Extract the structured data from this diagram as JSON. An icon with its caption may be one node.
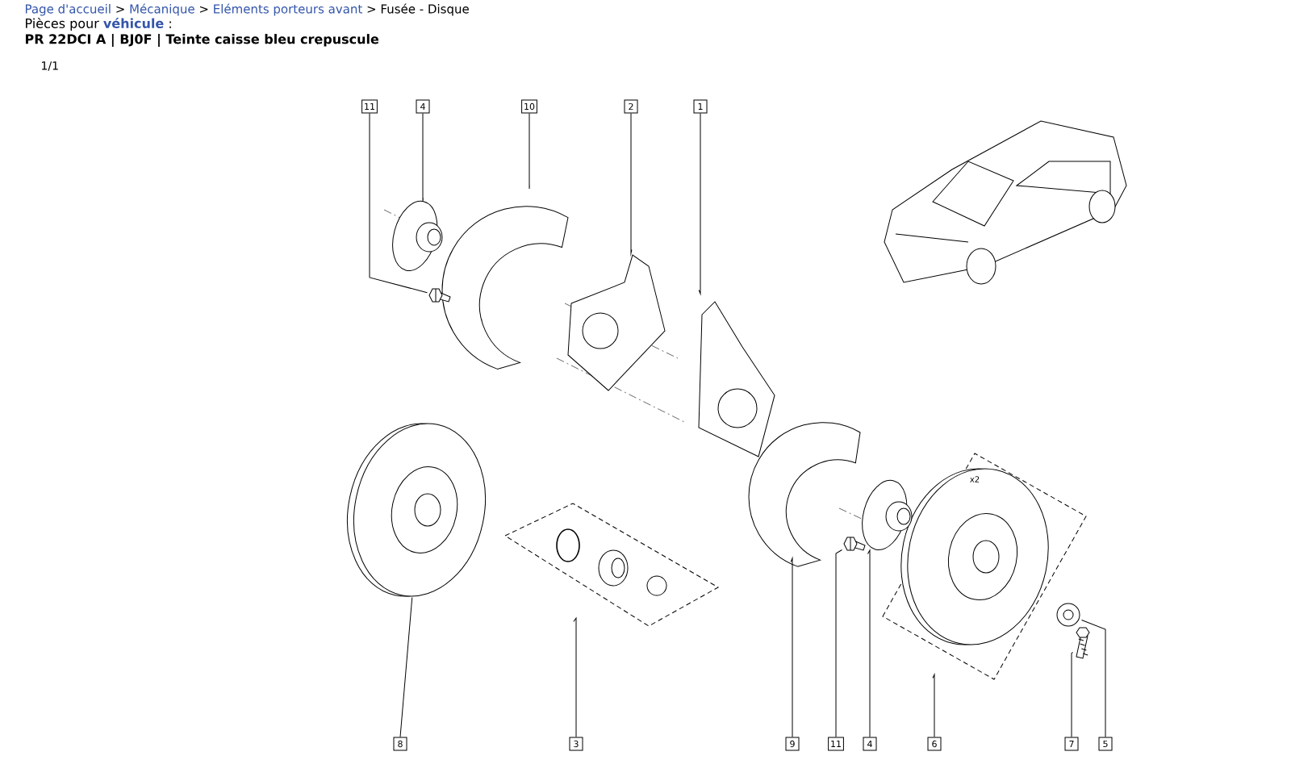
{
  "diagram": {
    "nodes": [
      {
        "text": [
          "11"
        ]
      },
      {
        "text": [
          "4"
        ]
      },
      {
        "text": [
          "10"
        ]
      },
      {
        "text": [
          "2"
        ]
      },
      {
        "text": [
          "1"
        ]
      },
      {
        "text": [
          "8"
        ]
      },
      {
        "text": [
          "3"
        ]
      },
      {
        "text": [
          "9"
        ]
      },
      {
        "text": [
          "11"
        ]
      },
      {
        "text": [
          "4"
        ]
      },
      {
        "text": [
          "6"
        ]
      },
      {
        "text": [
          "7"
        ]
      },
      {
        "text": [
          "5"
        ]
      },
      {
        "text": [],
        "shape": "picture"
      },
      {
        "text": [],
        "shape": "picture"
      },
      {
        "text": [],
        "shape": "picture"
      },
      {
        "text": [],
        "shape": "picture"
      },
      {
        "text": [],
        "shape": "picture"
      },
      {
        "text": [],
        "shape": "picture"
      },
      {
        "text": [],
        "shape": "picture"
      },
      {
        "text": [],
        "shape": "picture"
      },
      {
        "text": [],
        "shape": "picture"
      },
      {
        "text": [],
        "shape": "picture"
      },
      {
        "text": [],
        "shape": "picture"
      },
      {
        "text": [],
        "shape": "picture"
      },
      {
        "text": [],
        "shape": "picture"
      }
    ],
    "edges": [
      {
        "from": 0,
        "to": 13,
        "arrow": "none"
      },
      {
        "from": 1,
        "to": 14,
        "arrow": "none"
      },
      {
        "from": 2,
        "to": 15,
        "arrow": "none"
      },
      {
        "from": 3,
        "to": 16,
        "arrow": "none"
      },
      {
        "from": 4,
        "to": 17,
        "arrow": "none"
      },
      {
        "from": 5,
        "to": 18,
        "arrow": "none"
      },
      {
        "from": 6,
        "to": 19,
        "arrow": "none"
      },
      {
        "from": 7,
        "to": 20,
        "arrow": "none"
      },
      {
        "from": 8,
        "to": 21,
        "arrow": "none"
      },
      {
        "from": 9,
        "to": 22,
        "arrow": "none"
      },
      {
        "from": 10,
        "to": 23,
        "arrow": "none"
      },
      {
        "from": 11,
        "to": 24,
        "arrow": "none"
      },
      {
        "from": 12,
        "to": 25,
        "arrow": "none"
      }
    ],
    "labels": [
      "Page d'accueil",
      ">",
      "Mécanique",
      ">",
      "Eléments porteurs avant",
      ">",
      "Fusée - Disque",
      "Pièces pour",
      "véhicule",
      ":",
      "PR 22DCI A | BJ0F | Teinte caisse bleu crepuscule",
      "1/1",
      "x2"
    ]
  }
}
